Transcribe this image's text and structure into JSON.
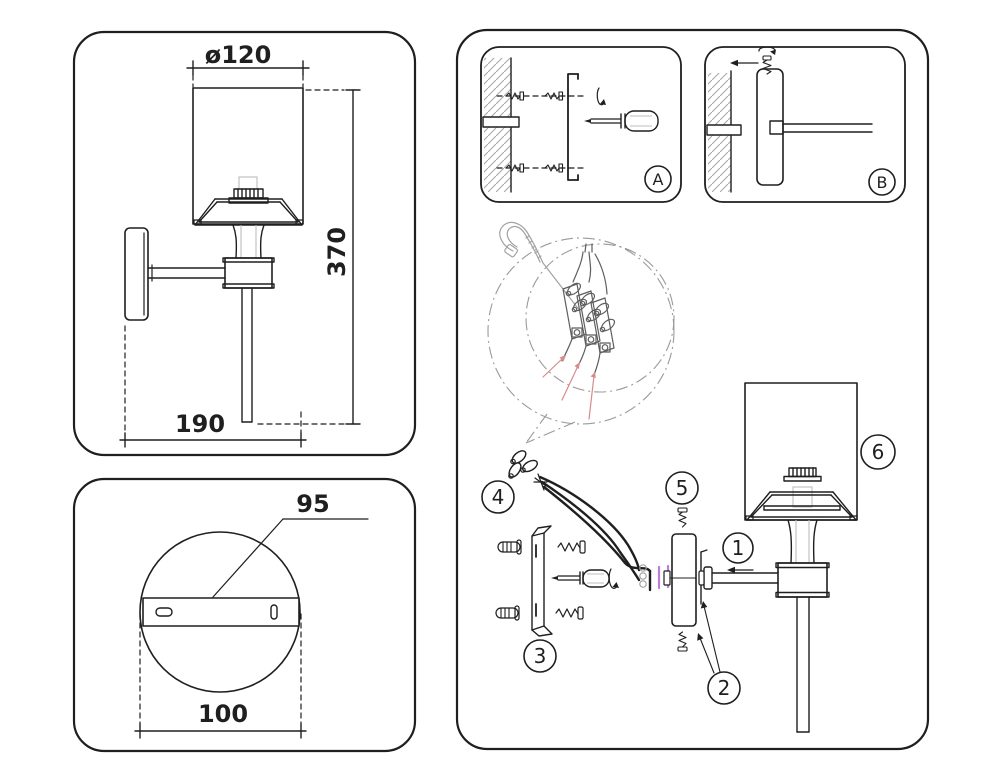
{
  "colors": {
    "line": "#1f1f1f",
    "detail_gray": "#9a9a9a",
    "pale_gray": "#bdbdbd",
    "red_accent": "#d98a8a",
    "purple_accent": "#b97fd4",
    "background": "#ffffff"
  },
  "side_view_panel": {
    "dimensions": {
      "shade_diameter": "ø120",
      "overall_height": "370",
      "wall_projection": "190"
    }
  },
  "backplate_panel": {
    "dimensions": {
      "bracket_length": "95",
      "plate_diameter": "100"
    }
  },
  "installation_panel": {
    "inset_a_label": "A",
    "inset_b_label": "B",
    "steps": {
      "s1": "1",
      "s2": "2",
      "s3": "3",
      "s4": "4",
      "s5": "5",
      "s6": "6"
    },
    "icons": [
      "screwdriver-icon",
      "screw-icon",
      "wall-anchor-icon",
      "mounting-bracket-icon",
      "wire-connector-icon",
      "cable-tie-icon",
      "rotation-arrow-icon",
      "direction-arrow-icon",
      "wall-hatch"
    ]
  }
}
